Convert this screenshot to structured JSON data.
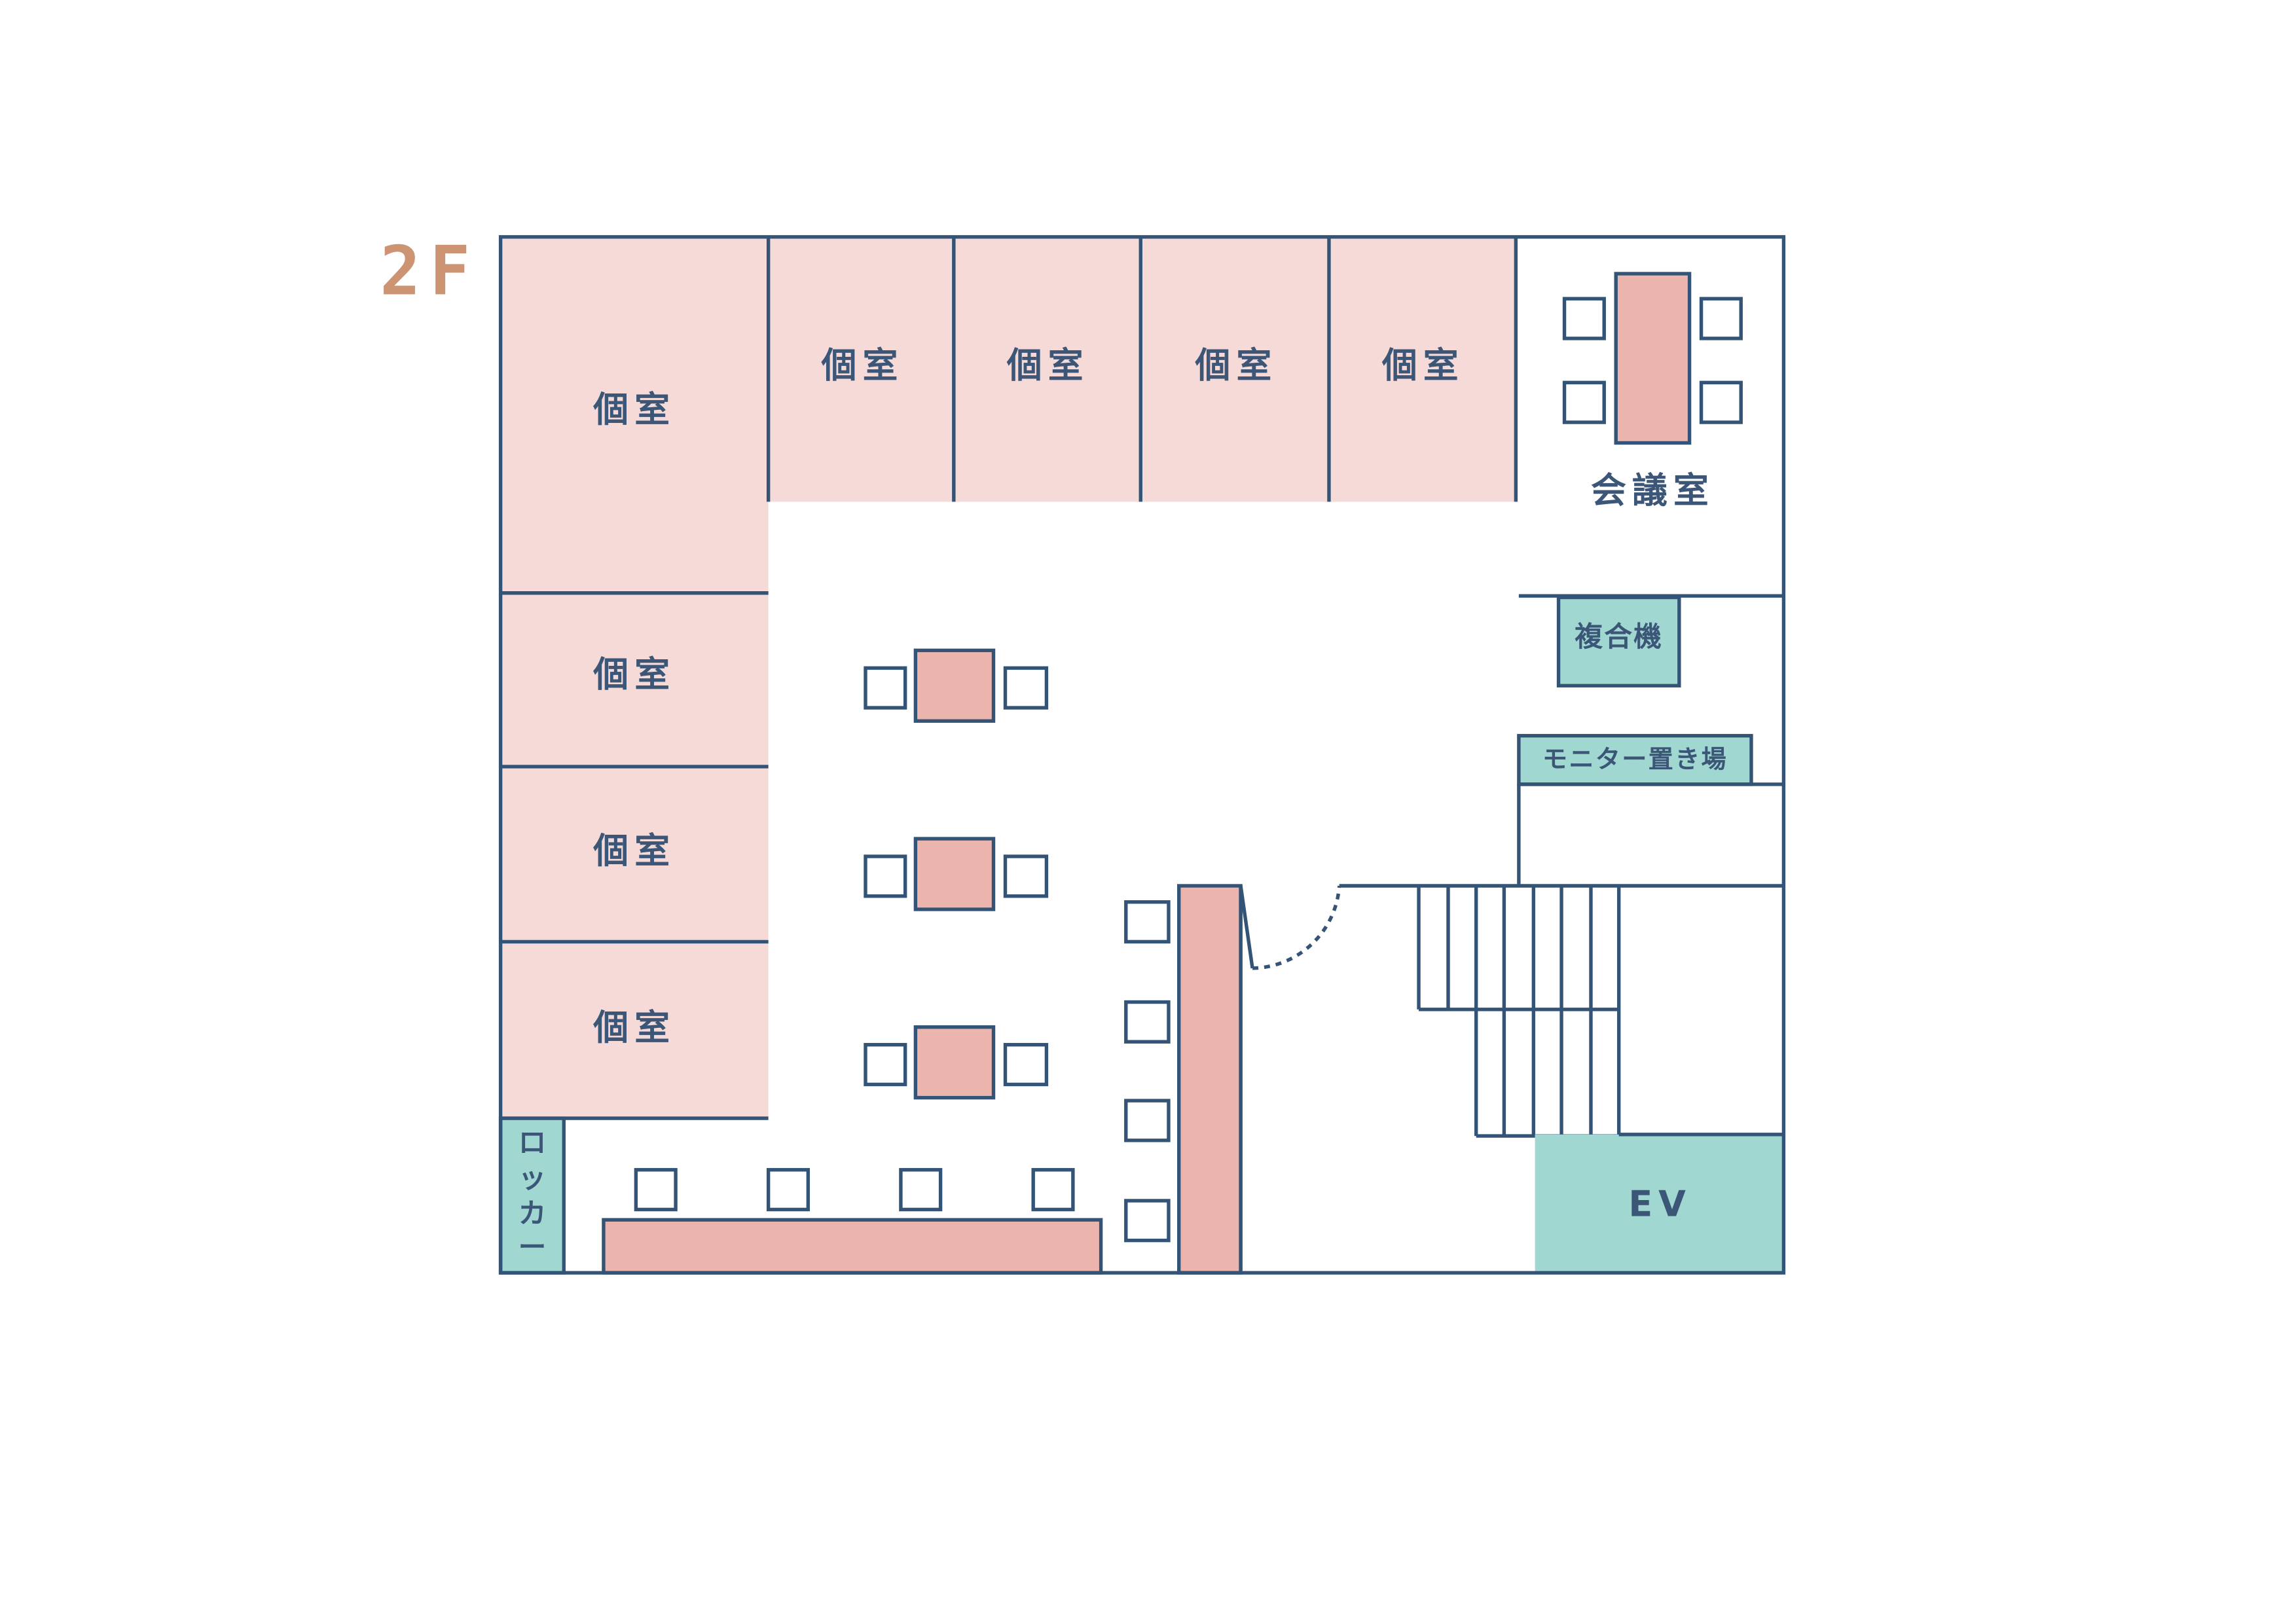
{
  "floor_label": "2F",
  "rooms": {
    "private_room": "個室",
    "meeting_room": "会議室",
    "copier": "複合機",
    "monitor_storage": "モニター置き場",
    "locker": [
      "ロ",
      "ッ",
      "カ",
      "ー"
    ],
    "elevator": "EV"
  },
  "colors": {
    "line": "#335476",
    "room_fill": "#f5dad8",
    "table_fill": "#ebb5ae",
    "utility_fill": "#a0d8d1",
    "floor_label": "#cc9473"
  }
}
